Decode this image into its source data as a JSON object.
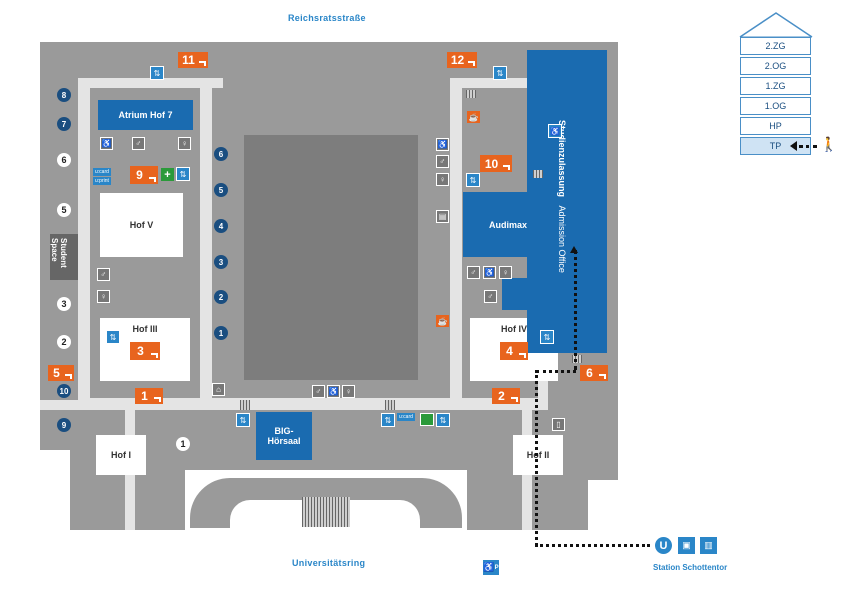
{
  "streets": {
    "top": "Reichsratsstraße",
    "bottom": "Universitätsring"
  },
  "courtyards": {
    "hof1": "Hof I",
    "hof2": "Hof II",
    "hof3": "Hof III",
    "hof4": "Hof IV",
    "hof5": "Hof V"
  },
  "rooms": {
    "atrium": "Atrium Hof 7",
    "audimax": "Audimax",
    "big_hoersaal_1": "BIG-",
    "big_hoersaal_2": "Hörsaal",
    "student_space_1": "Student",
    "student_space_2": "Space",
    "studienzulassung": "Studienzulassung",
    "admission_office": "Admission Office"
  },
  "staircases": [
    "11",
    "12",
    "10",
    "9",
    "3",
    "4",
    "5",
    "6",
    "1",
    "2"
  ],
  "numbers_dark": [
    "8",
    "7",
    "6",
    "5",
    "4",
    "3",
    "2",
    "1",
    "10",
    "9"
  ],
  "numbers_white": [
    "6",
    "5",
    "3",
    "2",
    "1"
  ],
  "tags": {
    "ucard": "u:card",
    "uprint": "u:print"
  },
  "levels": [
    "2.ZG",
    "2.OG",
    "1.ZG",
    "1.OG",
    "HP",
    "TP"
  ],
  "current_level": "TP",
  "transit": {
    "station": "Station Schottentor",
    "u_symbol": "U"
  },
  "parking": "P",
  "colors": {
    "blue": "#1a6bb0",
    "orange": "#e8641e",
    "grey": "#9a9a9a",
    "navy": "#1a4e80"
  },
  "icons": [
    "wheelchair-icon",
    "toilet-icon",
    "stairs-icon",
    "elevator-icon",
    "coffee-icon",
    "first-aid-icon",
    "pedestrian-icon",
    "bus-icon",
    "tram-icon"
  ]
}
